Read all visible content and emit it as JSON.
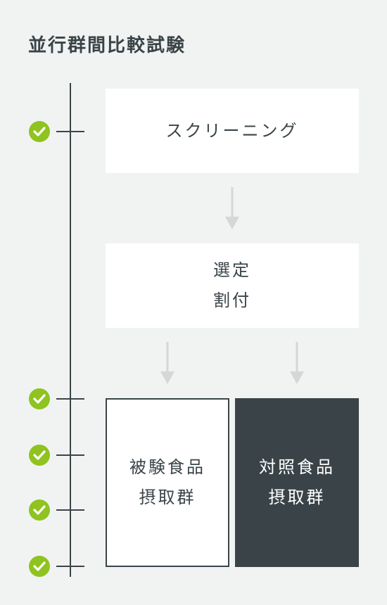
{
  "title": "並行群間比較試験",
  "steps": {
    "screening": "スクリーニング",
    "selection": "選定\n割付",
    "test_group": "被験食品\n摂取群",
    "control_group": "対照食品\n摂取群"
  },
  "checkpoint_icon": "check-circle-icon",
  "colors": {
    "background": "#f1f3f2",
    "dark": "#3a4448",
    "accent": "#8fc31f",
    "arrow": "#d4d7d6"
  }
}
